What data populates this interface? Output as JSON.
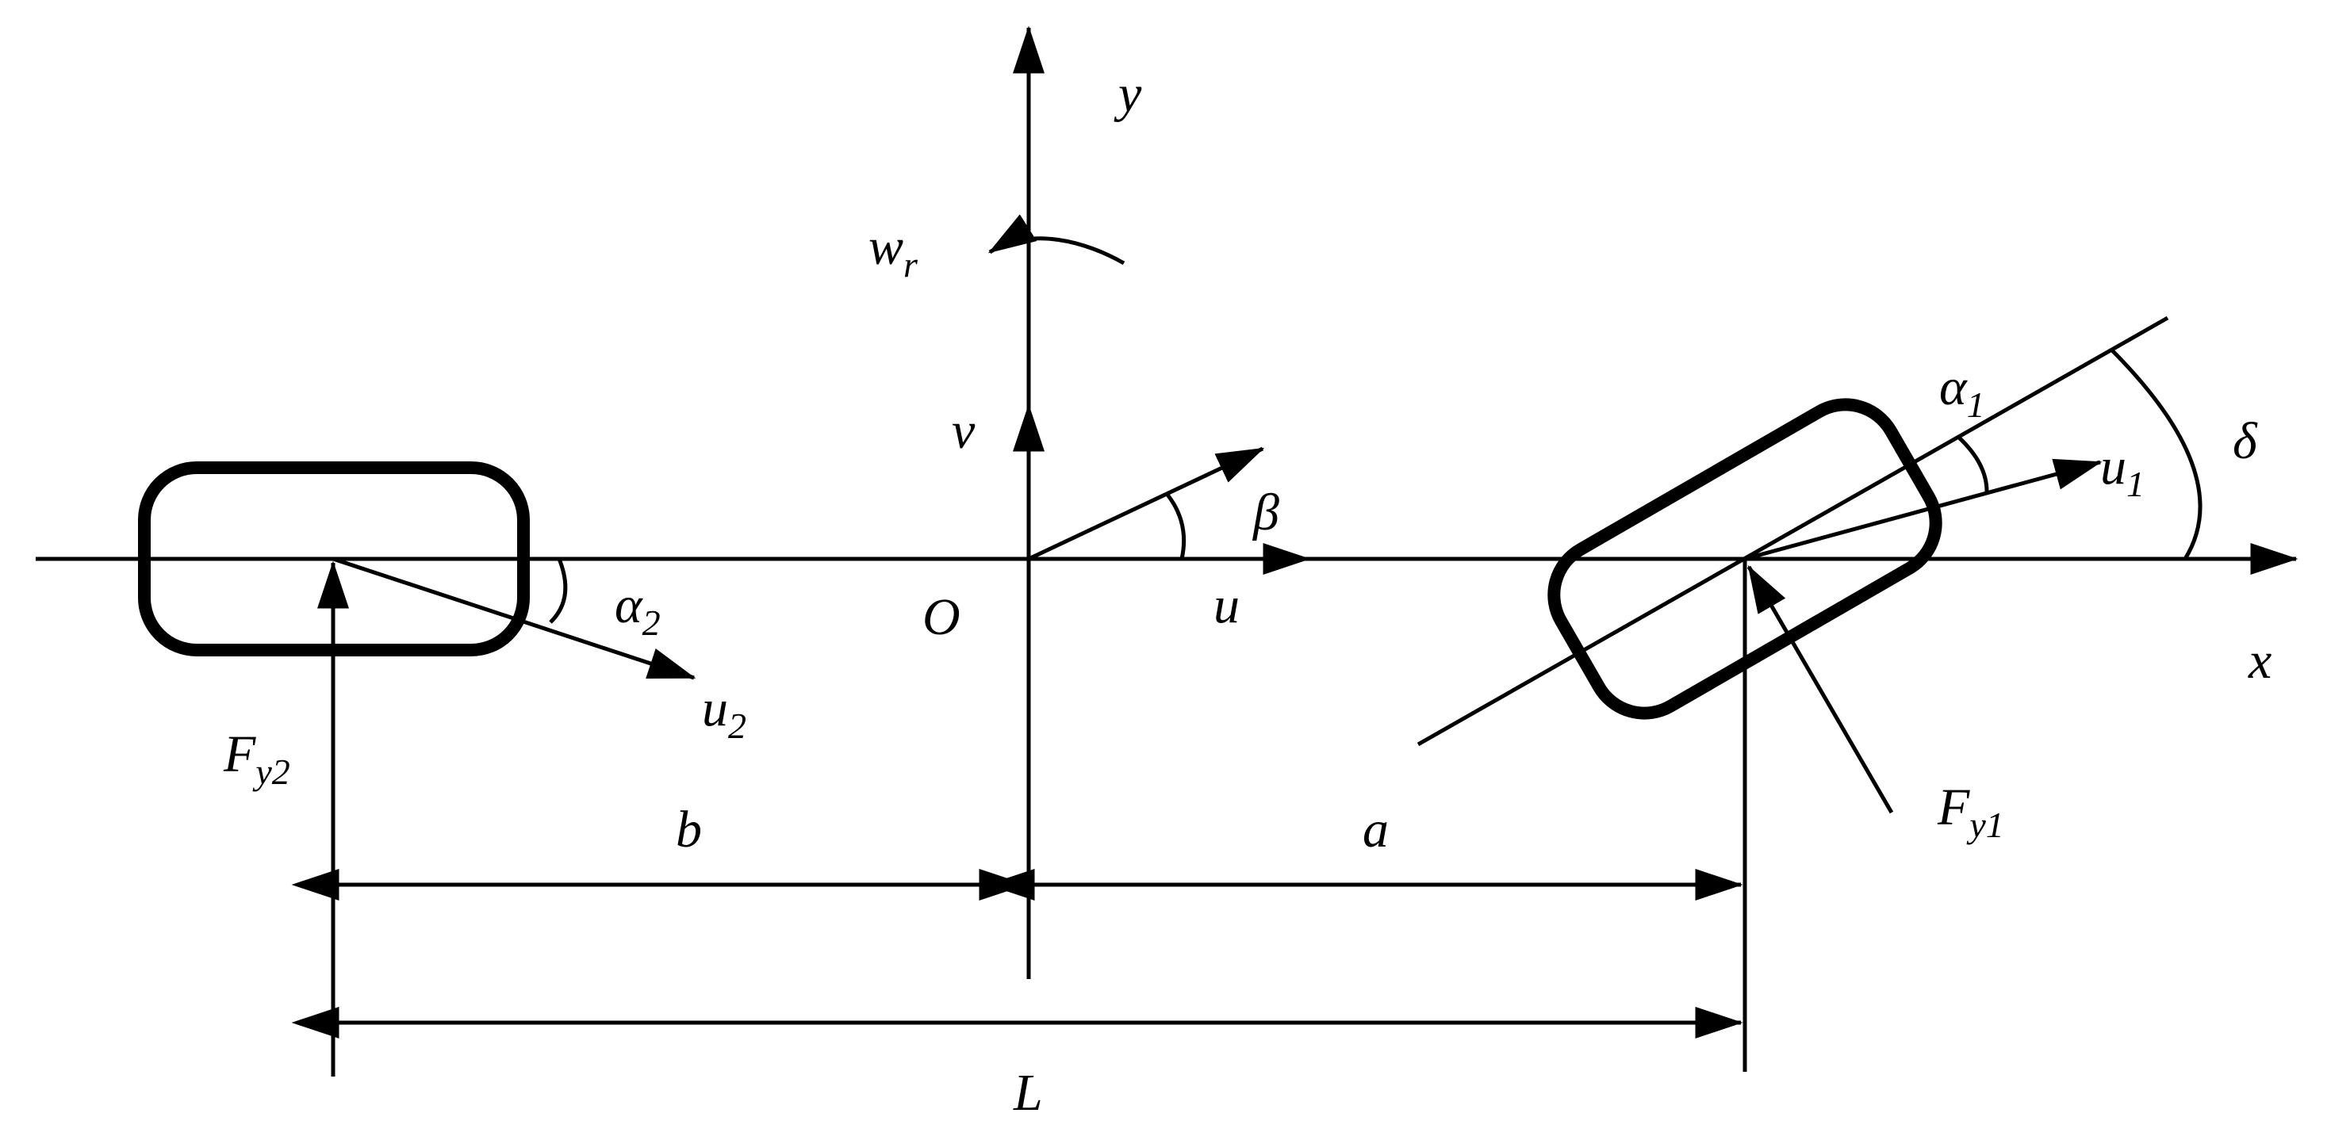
{
  "labels": {
    "y_axis": "y",
    "x_axis": "x",
    "origin": "O",
    "yaw_rate": "w",
    "yaw_rate_sub": "r",
    "lateral_velocity": "v",
    "longitudinal_velocity": "u",
    "sideslip_angle": "β",
    "front_slip_angle": "α",
    "front_slip_angle_sub": "1",
    "front_velocity": "u",
    "front_velocity_sub": "1",
    "steer_angle": "δ",
    "front_force": "F",
    "front_force_sub": "y1",
    "rear_slip_angle": "α",
    "rear_slip_angle_sub": "2",
    "rear_velocity": "u",
    "rear_velocity_sub": "2",
    "rear_force": "F",
    "rear_force_sub": "y2",
    "dim_b": "b",
    "dim_a": "a",
    "dim_L": "L"
  }
}
